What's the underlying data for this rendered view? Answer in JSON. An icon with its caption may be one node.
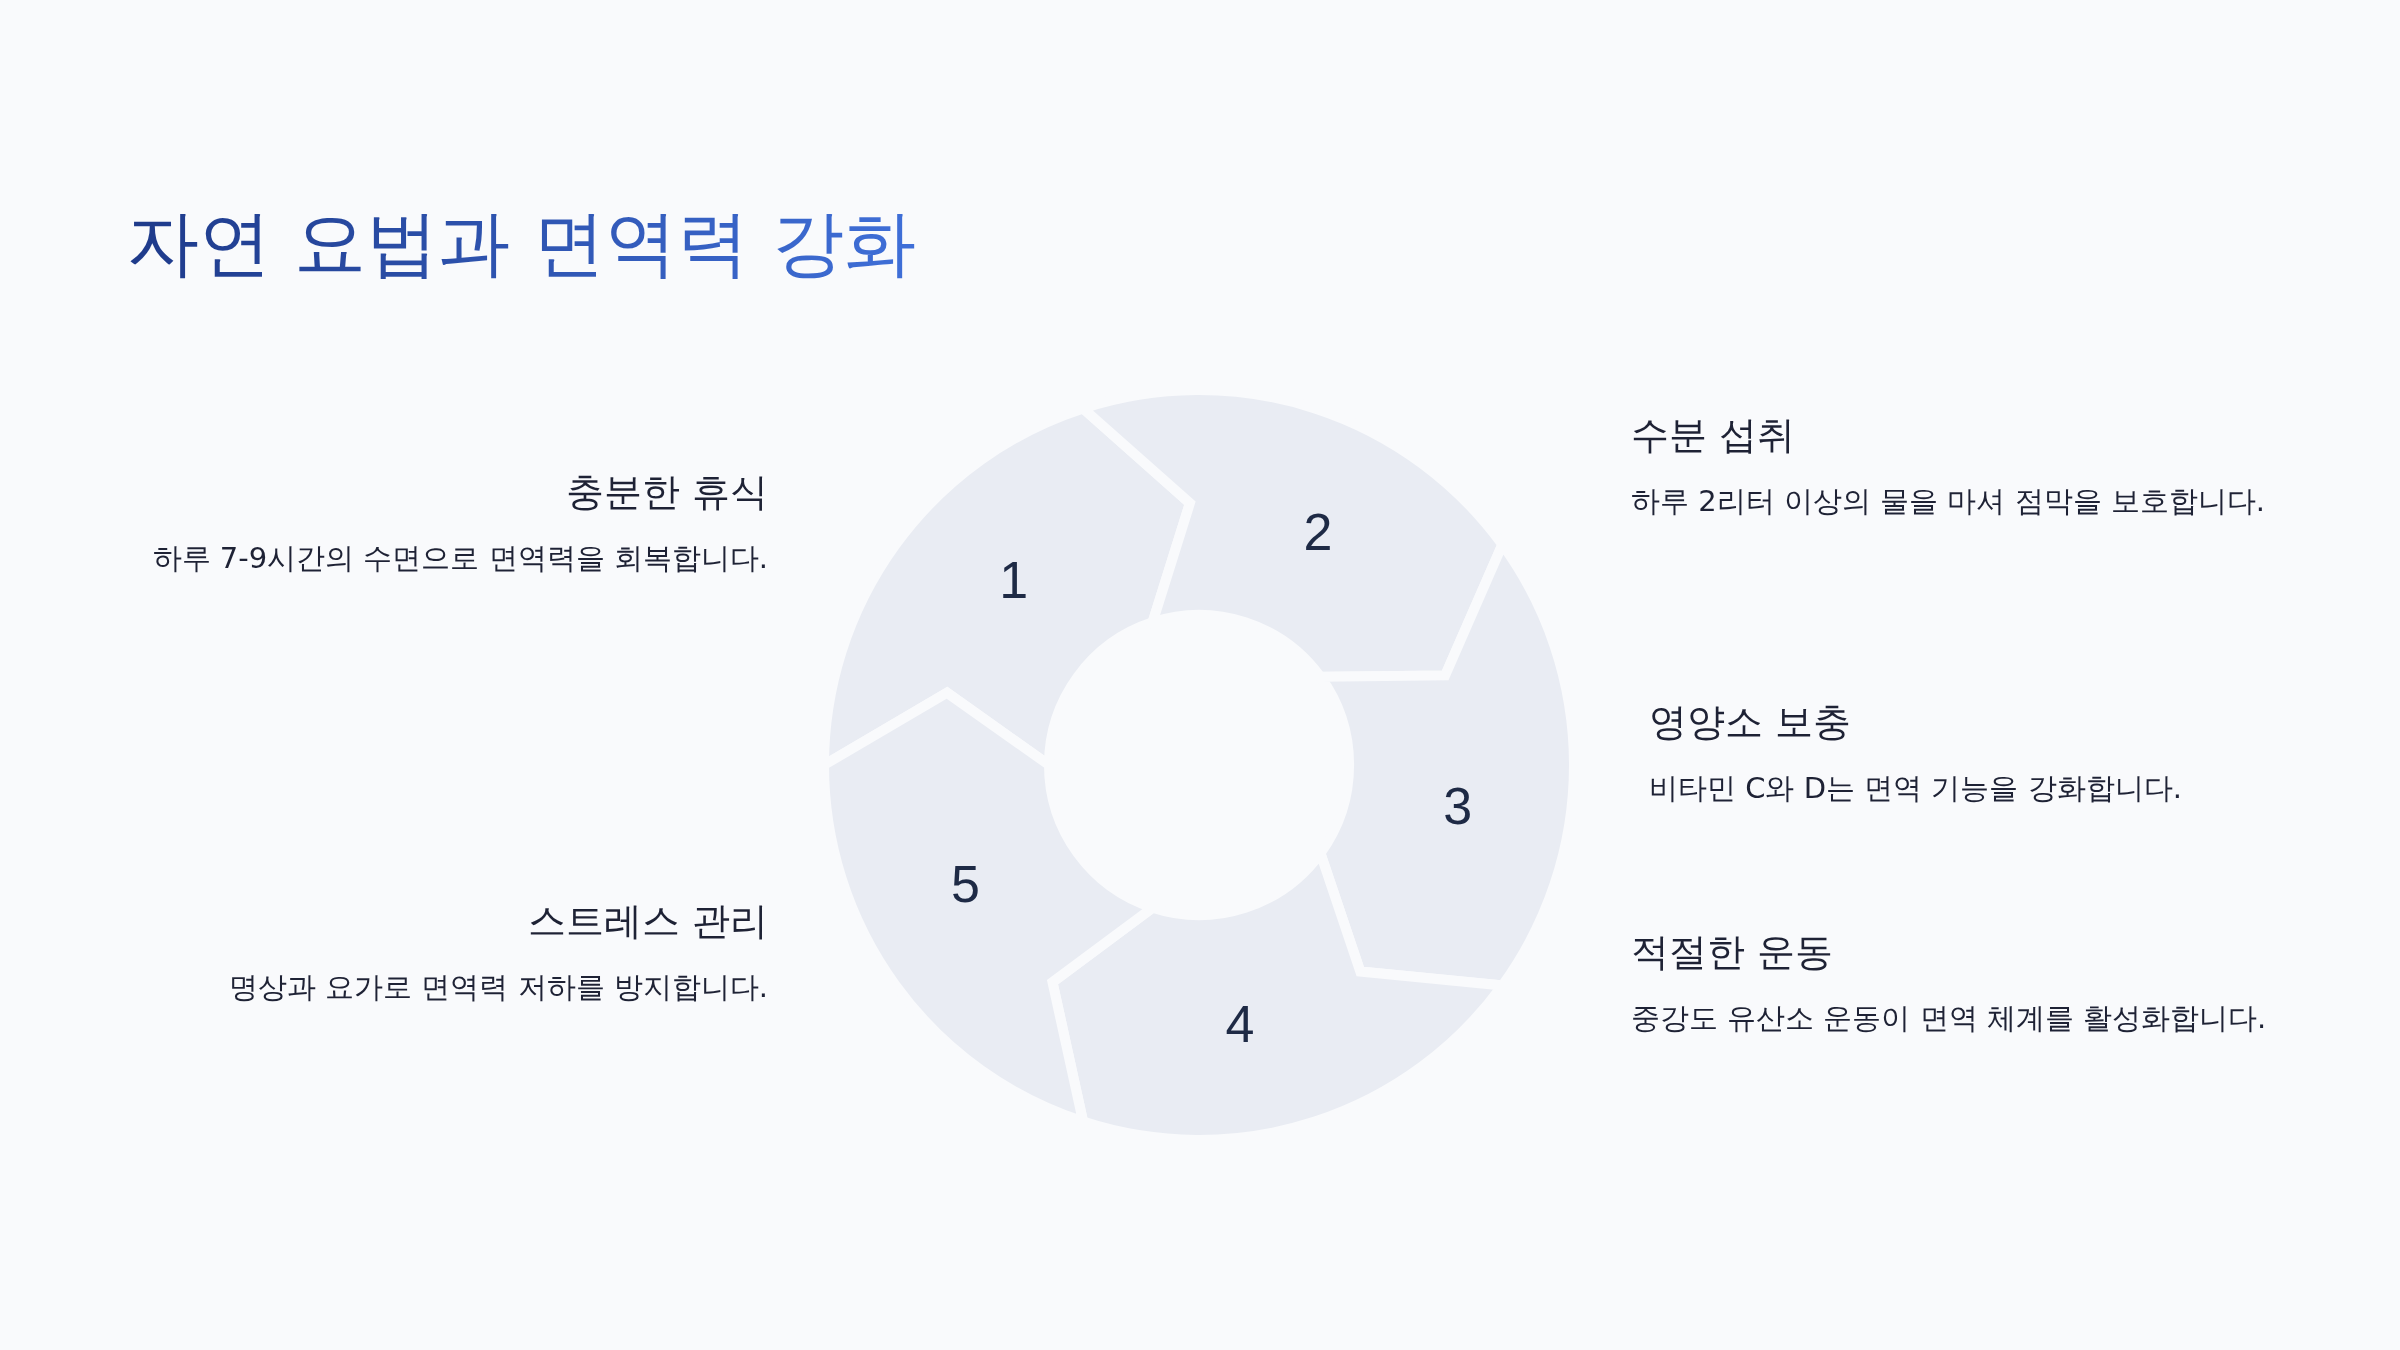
{
  "diagram": {
    "title": "자연 요법과 면역력 강화",
    "nodes": [
      {
        "text": [
          "1"
        ],
        "beside": [
          "충분한 휴식",
          "하루 7-9시간의 수면으로 면역력을 회복합니다."
        ]
      },
      {
        "text": [
          "2"
        ],
        "beside": [
          "수분 섭취",
          "하루 2리터 이상의 물을 마셔 점막을 보호합니다."
        ]
      },
      {
        "text": [
          "3"
        ],
        "beside": [
          "영양소 보충",
          "비타민 C와 D는 면역 기능을 강화합니다."
        ]
      },
      {
        "text": [
          "4"
        ],
        "beside": [
          "적절한 운동",
          "중강도 유산소 운동이 면역 체계를 활성화합니다."
        ]
      },
      {
        "text": [
          "5"
        ],
        "beside": [
          "스트레스 관리",
          "명상과 요가로 면역력 저하를 방지합니다."
        ]
      }
    ]
  }
}
